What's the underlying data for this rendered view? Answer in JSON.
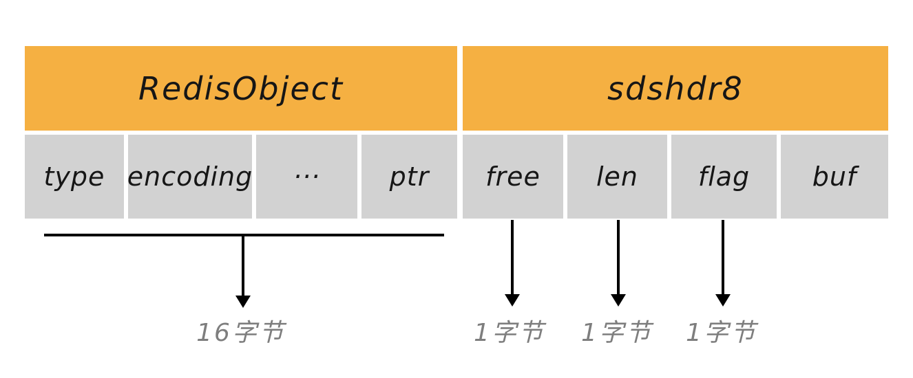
{
  "diagram": {
    "background": "#ffffff",
    "colors": {
      "header_bg": "#f5b042",
      "cell_bg": "#d2d2d2",
      "cell_text": "#161616",
      "annotation_text": "#7e7e7e",
      "arrow": "#000000"
    },
    "left_table": {
      "title": "RedisObject",
      "cells": [
        "type",
        "encoding",
        "···",
        "ptr"
      ],
      "size_label": "16字节"
    },
    "right_table": {
      "title": "sdshdr8",
      "cells": [
        "free",
        "len",
        "flag",
        "buf"
      ],
      "byte_labels": [
        "1字节",
        "1字节",
        "1字节"
      ]
    }
  }
}
